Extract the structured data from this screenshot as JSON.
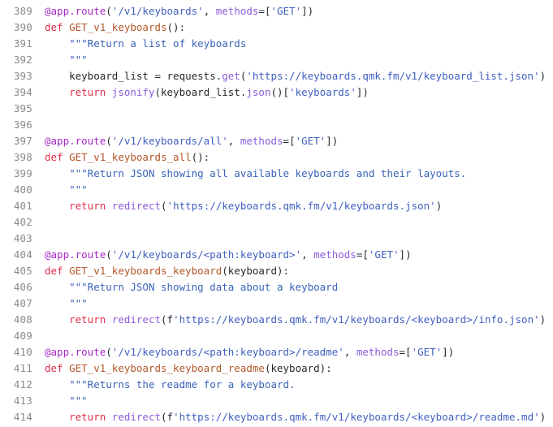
{
  "editor": {
    "language": "python",
    "first_line_number": 389,
    "last_line_number": 414,
    "background_color": "#ffffff",
    "gutter_text_color": "#8a8a8a",
    "default_text_color": "#24292e"
  },
  "palette": {
    "decorator": "#a626c7",
    "keyword": "#e02f4a",
    "function_name": "#b5562a",
    "builtin_call": "#8a5cd8",
    "string": "#4060c0",
    "docstring": "#3a63b8",
    "plain": "#24292e"
  },
  "lines": [
    {
      "number": "389",
      "text": "@app.route('/v1/keyboards', methods=['GET'])",
      "tokens": [
        {
          "t": "@app.route",
          "c": "tok-decorator"
        },
        {
          "t": "(",
          "c": "tok-punct"
        },
        {
          "t": "'/v1/keyboards'",
          "c": "tok-string"
        },
        {
          "t": ", ",
          "c": "tok-punct"
        },
        {
          "t": "methods",
          "c": "tok-builtin"
        },
        {
          "t": "=[",
          "c": "tok-punct"
        },
        {
          "t": "'GET'",
          "c": "tok-string"
        },
        {
          "t": "])",
          "c": "tok-punct"
        }
      ]
    },
    {
      "number": "390",
      "text": "def GET_v1_keyboards():",
      "tokens": [
        {
          "t": "def ",
          "c": "tok-keyword"
        },
        {
          "t": "GET_v1_keyboards",
          "c": "tok-funcname"
        },
        {
          "t": "():",
          "c": "tok-punct"
        }
      ]
    },
    {
      "number": "391",
      "text": "    \"\"\"Return a list of keyboards",
      "tokens": [
        {
          "t": "    ",
          "c": "tok-plain"
        },
        {
          "t": "\"\"\"Return a list of keyboards",
          "c": "tok-docstring"
        }
      ]
    },
    {
      "number": "392",
      "text": "    \"\"\"",
      "tokens": [
        {
          "t": "    ",
          "c": "tok-plain"
        },
        {
          "t": "\"\"\"",
          "c": "tok-docstring"
        }
      ]
    },
    {
      "number": "393",
      "text": "    keyboard_list = requests.get('https://keyboards.qmk.fm/v1/keyboard_list.json')",
      "tokens": [
        {
          "t": "    keyboard_list = requests.",
          "c": "tok-plain"
        },
        {
          "t": "get",
          "c": "tok-builtin"
        },
        {
          "t": "(",
          "c": "tok-punct"
        },
        {
          "t": "'https://keyboards.qmk.fm/v1/keyboard_list.json'",
          "c": "tok-string"
        },
        {
          "t": ")",
          "c": "tok-punct"
        }
      ]
    },
    {
      "number": "394",
      "text": "    return jsonify(keyboard_list.json()['keyboards'])",
      "tokens": [
        {
          "t": "    ",
          "c": "tok-plain"
        },
        {
          "t": "return ",
          "c": "tok-keyword"
        },
        {
          "t": "jsonify",
          "c": "tok-builtin"
        },
        {
          "t": "(keyboard_list.",
          "c": "tok-plain"
        },
        {
          "t": "json",
          "c": "tok-builtin"
        },
        {
          "t": "()[",
          "c": "tok-punct"
        },
        {
          "t": "'keyboards'",
          "c": "tok-string"
        },
        {
          "t": "])",
          "c": "tok-punct"
        }
      ]
    },
    {
      "number": "395",
      "text": "",
      "tokens": []
    },
    {
      "number": "396",
      "text": "",
      "tokens": []
    },
    {
      "number": "397",
      "text": "@app.route('/v1/keyboards/all', methods=['GET'])",
      "tokens": [
        {
          "t": "@app.route",
          "c": "tok-decorator"
        },
        {
          "t": "(",
          "c": "tok-punct"
        },
        {
          "t": "'/v1/keyboards/all'",
          "c": "tok-string"
        },
        {
          "t": ", ",
          "c": "tok-punct"
        },
        {
          "t": "methods",
          "c": "tok-builtin"
        },
        {
          "t": "=[",
          "c": "tok-punct"
        },
        {
          "t": "'GET'",
          "c": "tok-string"
        },
        {
          "t": "])",
          "c": "tok-punct"
        }
      ]
    },
    {
      "number": "398",
      "text": "def GET_v1_keyboards_all():",
      "tokens": [
        {
          "t": "def ",
          "c": "tok-keyword"
        },
        {
          "t": "GET_v1_keyboards_all",
          "c": "tok-funcname"
        },
        {
          "t": "():",
          "c": "tok-punct"
        }
      ]
    },
    {
      "number": "399",
      "text": "    \"\"\"Return JSON showing all available keyboards and their layouts.",
      "tokens": [
        {
          "t": "    ",
          "c": "tok-plain"
        },
        {
          "t": "\"\"\"Return JSON showing all available keyboards and their layouts.",
          "c": "tok-docstring"
        }
      ]
    },
    {
      "number": "400",
      "text": "    \"\"\"",
      "tokens": [
        {
          "t": "    ",
          "c": "tok-plain"
        },
        {
          "t": "\"\"\"",
          "c": "tok-docstring"
        }
      ]
    },
    {
      "number": "401",
      "text": "    return redirect('https://keyboards.qmk.fm/v1/keyboards.json')",
      "tokens": [
        {
          "t": "    ",
          "c": "tok-plain"
        },
        {
          "t": "return ",
          "c": "tok-keyword"
        },
        {
          "t": "redirect",
          "c": "tok-builtin"
        },
        {
          "t": "(",
          "c": "tok-punct"
        },
        {
          "t": "'https://keyboards.qmk.fm/v1/keyboards.json'",
          "c": "tok-string"
        },
        {
          "t": ")",
          "c": "tok-punct"
        }
      ]
    },
    {
      "number": "402",
      "text": "",
      "tokens": []
    },
    {
      "number": "403",
      "text": "",
      "tokens": []
    },
    {
      "number": "404",
      "text": "@app.route('/v1/keyboards/<path:keyboard>', methods=['GET'])",
      "tokens": [
        {
          "t": "@app.route",
          "c": "tok-decorator"
        },
        {
          "t": "(",
          "c": "tok-punct"
        },
        {
          "t": "'/v1/keyboards/<path:keyboard>'",
          "c": "tok-string"
        },
        {
          "t": ", ",
          "c": "tok-punct"
        },
        {
          "t": "methods",
          "c": "tok-builtin"
        },
        {
          "t": "=[",
          "c": "tok-punct"
        },
        {
          "t": "'GET'",
          "c": "tok-string"
        },
        {
          "t": "])",
          "c": "tok-punct"
        }
      ]
    },
    {
      "number": "405",
      "text": "def GET_v1_keyboards_keyboard(keyboard):",
      "tokens": [
        {
          "t": "def ",
          "c": "tok-keyword"
        },
        {
          "t": "GET_v1_keyboards_keyboard",
          "c": "tok-funcname"
        },
        {
          "t": "(keyboard):",
          "c": "tok-punct"
        }
      ]
    },
    {
      "number": "406",
      "text": "    \"\"\"Return JSON showing data about a keyboard",
      "tokens": [
        {
          "t": "    ",
          "c": "tok-plain"
        },
        {
          "t": "\"\"\"Return JSON showing data about a keyboard",
          "c": "tok-docstring"
        }
      ]
    },
    {
      "number": "407",
      "text": "    \"\"\"",
      "tokens": [
        {
          "t": "    ",
          "c": "tok-plain"
        },
        {
          "t": "\"\"\"",
          "c": "tok-docstring"
        }
      ]
    },
    {
      "number": "408",
      "text": "    return redirect(f'https://keyboards.qmk.fm/v1/keyboards/<keyboard>/info.json')",
      "tokens": [
        {
          "t": "    ",
          "c": "tok-plain"
        },
        {
          "t": "return ",
          "c": "tok-keyword"
        },
        {
          "t": "redirect",
          "c": "tok-builtin"
        },
        {
          "t": "(",
          "c": "tok-punct"
        },
        {
          "t": "f",
          "c": "tok-prefix"
        },
        {
          "t": "'https://keyboards.qmk.fm/v1/keyboards/<keyboard>/info.json'",
          "c": "tok-string"
        },
        {
          "t": ")",
          "c": "tok-punct"
        }
      ]
    },
    {
      "number": "409",
      "text": "",
      "tokens": []
    },
    {
      "number": "410",
      "text": "@app.route('/v1/keyboards/<path:keyboard>/readme', methods=['GET'])",
      "tokens": [
        {
          "t": "@app.route",
          "c": "tok-decorator"
        },
        {
          "t": "(",
          "c": "tok-punct"
        },
        {
          "t": "'/v1/keyboards/<path:keyboard>/readme'",
          "c": "tok-string"
        },
        {
          "t": ", ",
          "c": "tok-punct"
        },
        {
          "t": "methods",
          "c": "tok-builtin"
        },
        {
          "t": "=[",
          "c": "tok-punct"
        },
        {
          "t": "'GET'",
          "c": "tok-string"
        },
        {
          "t": "])",
          "c": "tok-punct"
        }
      ]
    },
    {
      "number": "411",
      "text": "def GET_v1_keyboards_keyboard_readme(keyboard):",
      "tokens": [
        {
          "t": "def ",
          "c": "tok-keyword"
        },
        {
          "t": "GET_v1_keyboards_keyboard_readme",
          "c": "tok-funcname"
        },
        {
          "t": "(keyboard):",
          "c": "tok-punct"
        }
      ]
    },
    {
      "number": "412",
      "text": "    \"\"\"Returns the readme for a keyboard.",
      "tokens": [
        {
          "t": "    ",
          "c": "tok-plain"
        },
        {
          "t": "\"\"\"Returns the readme for a keyboard.",
          "c": "tok-docstring"
        }
      ]
    },
    {
      "number": "413",
      "text": "    \"\"\"",
      "tokens": [
        {
          "t": "    ",
          "c": "tok-plain"
        },
        {
          "t": "\"\"\"",
          "c": "tok-docstring"
        }
      ]
    },
    {
      "number": "414",
      "text": "    return redirect(f'https://keyboards.qmk.fm/v1/keyboards/<keyboard>/readme.md')",
      "tokens": [
        {
          "t": "    ",
          "c": "tok-plain"
        },
        {
          "t": "return ",
          "c": "tok-keyword"
        },
        {
          "t": "redirect",
          "c": "tok-builtin"
        },
        {
          "t": "(",
          "c": "tok-punct"
        },
        {
          "t": "f",
          "c": "tok-prefix"
        },
        {
          "t": "'https://keyboards.qmk.fm/v1/keyboards/<keyboard>/readme.md'",
          "c": "tok-string"
        },
        {
          "t": ")",
          "c": "tok-punct"
        }
      ]
    }
  ]
}
